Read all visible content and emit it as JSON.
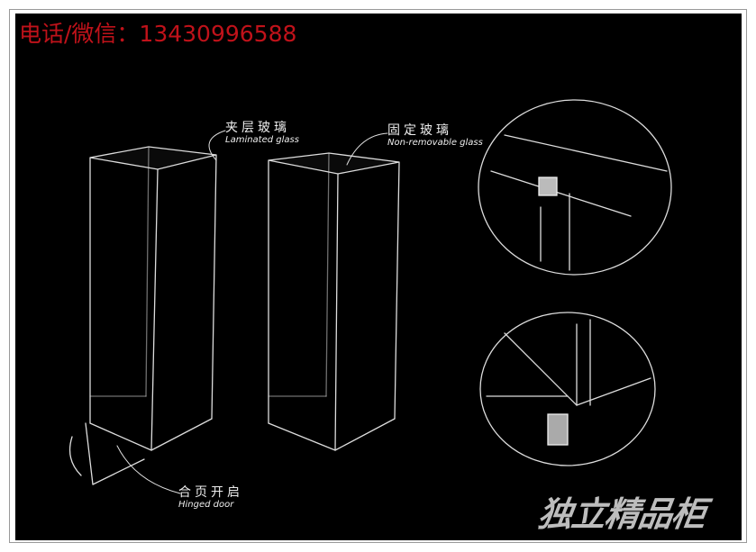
{
  "banner": {
    "phone_text": "电话/微信：13430996588",
    "color": "#c0121a"
  },
  "labels": {
    "laminated": {
      "zh": "夹层玻璃",
      "en": "Laminated glass"
    },
    "fixed": {
      "zh": "固定玻璃",
      "en": "Non-removable glass"
    },
    "hinged": {
      "zh": "合页开启",
      "en": "Hinged door"
    }
  },
  "title": "独立精品柜"
}
